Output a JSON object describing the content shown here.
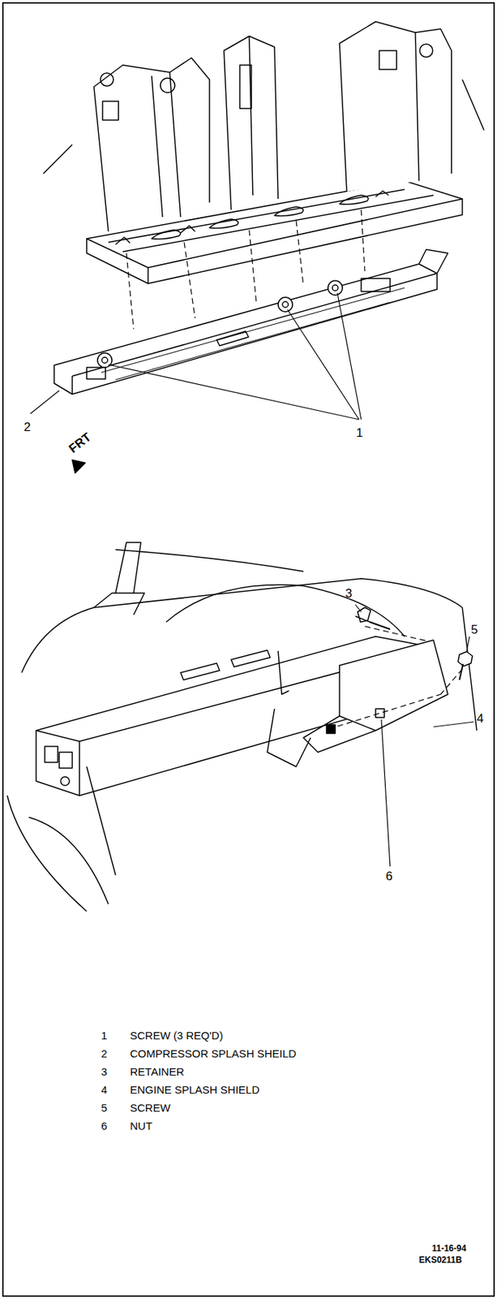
{
  "diagram": {
    "labels": [
      "2",
      "1",
      "FRT",
      "3",
      "5",
      "4",
      "6",
      "1",
      "SCREW (3 REQ'D)",
      "2",
      "COMPRESSOR SPLASH SHEILD",
      "3",
      "RETAINER",
      "4",
      "ENGINE SPLASH SHIELD",
      "5",
      "SCREW",
      "6",
      "NUT",
      "11-16-94",
      "EKS0211B"
    ]
  }
}
